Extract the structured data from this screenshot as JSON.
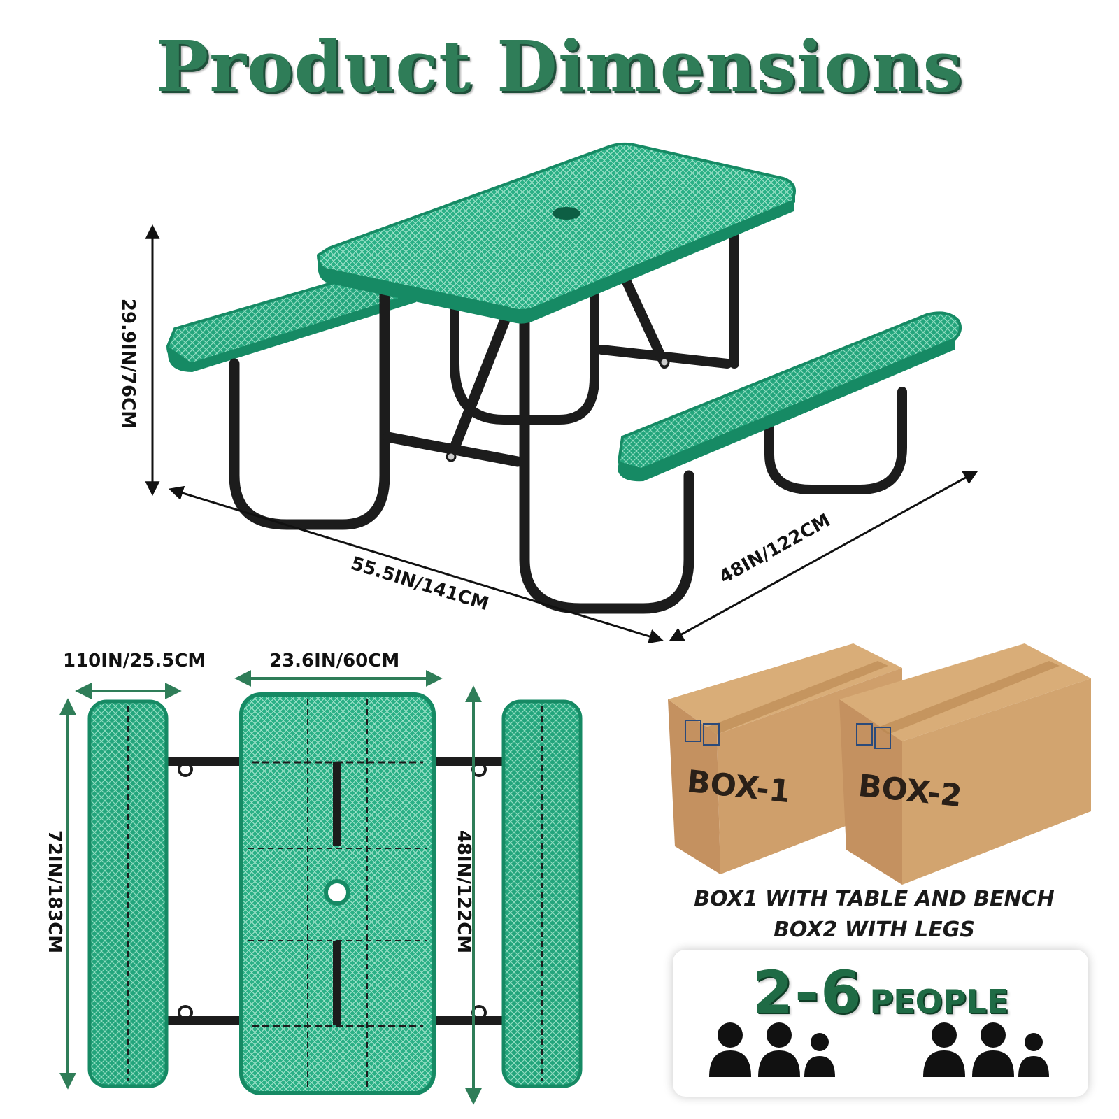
{
  "title": "Product Dimensions",
  "dimensions": {
    "height": "29.9IN/76CM",
    "length": "55.5IN/141CM",
    "depth": "48IN/122CM",
    "bench_width": "110IN/25.5CM",
    "table_width": "23.6IN/60CM",
    "total_length": "72IN/183CM",
    "table_length": "48IN/122CM"
  },
  "boxes": [
    {
      "label": "BOX-1"
    },
    {
      "label": "BOX-2"
    }
  ],
  "box_caption": {
    "line1": "BOX1 WITH TABLE AND BENCH",
    "line2": "BOX2 WITH LEGS"
  },
  "capacity": {
    "number": "2-6",
    "word": "PEOPLE"
  },
  "colors": {
    "table_green": "#1fa37a",
    "frame_black": "#1c1c1c",
    "title_green": "#2f7d58",
    "cardboard": "#c89a66"
  },
  "icons": [
    "person-icon",
    "box-icon"
  ]
}
